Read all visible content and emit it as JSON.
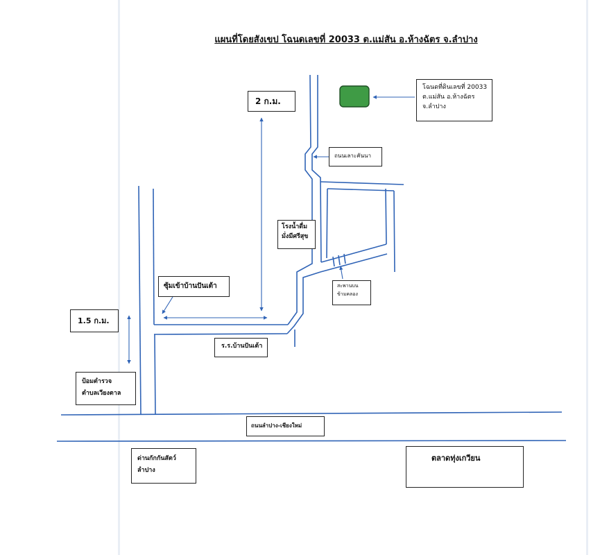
{
  "title": "แผนที่โดยสังเขป โฉนดเลขที่ 20033 ต.แม่สัน อ.ห้างฉัตร จ.ลำปาง",
  "colors": {
    "road": "#2f63b6",
    "arrow": "#2f63b6",
    "plot_fill": "#3f9b45",
    "plot_stroke": "#1e4f24",
    "box_border": "#222222"
  },
  "labels": {
    "deed_line1": "โฉนดที่ดินเลขที่ 20033",
    "deed_line2": "ต.แม่สัน อ.ห้างฉัตร",
    "deed_line3": "จ.ลำปาง",
    "distance_2km": "2 ก.ม.",
    "distance_1_5km": "1.5 ก.ม.",
    "road_lao_khan_na": "ถนนเลาะคันนา",
    "water_plant_line1": "โรงน้ำดื่ม",
    "water_plant_line2": "มั่งมีศรีสุข",
    "bridge_line1": "สะพานบน",
    "bridge_line2": "ข้ามคลอง",
    "arch_ban_pan_tao": "ซุ้มเข้าบ้านปันเต้า",
    "school_ban_pan_tao": "ร.ร.บ้านปันเต้า",
    "police_line1": "ป้อมตำรวจ",
    "police_line2": "ตำบลเวียงตาล",
    "highway": "ถนนลำปาง-เชียงใหม่",
    "checkpoint_line1": "ด่านกักกันสัตว์",
    "checkpoint_line2": "ลำปาง",
    "market": "ตลาดทุ่งเกวียน"
  }
}
